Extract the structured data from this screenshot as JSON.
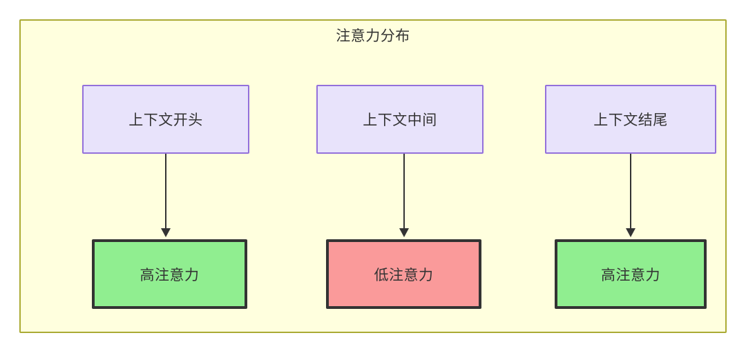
{
  "diagram": {
    "type": "flowchart",
    "title": "注意力分布",
    "container": {
      "background_color": "#ffffde",
      "border_color": "#aaaa33"
    },
    "nodes": [
      {
        "id": "ctx-start",
        "label": "上下文开头",
        "style": "context",
        "fill_color": "#e8e3fb",
        "border_color": "#9370db"
      },
      {
        "id": "ctx-middle",
        "label": "上下文中间",
        "style": "context",
        "fill_color": "#e8e3fb",
        "border_color": "#9370db"
      },
      {
        "id": "ctx-end",
        "label": "上下文结尾",
        "style": "context",
        "fill_color": "#e8e3fb",
        "border_color": "#9370db"
      },
      {
        "id": "attention-start",
        "label": "高注意力",
        "style": "high",
        "fill_color": "#90ee90",
        "border_color": "#333333"
      },
      {
        "id": "attention-middle",
        "label": "低注意力",
        "style": "low",
        "fill_color": "#fa9a9a",
        "border_color": "#333333"
      },
      {
        "id": "attention-end",
        "label": "高注意力",
        "style": "high",
        "fill_color": "#90ee90",
        "border_color": "#333333"
      }
    ],
    "edges": [
      {
        "id": "edge-start",
        "from": "ctx-start",
        "to": "attention-start",
        "label": ""
      },
      {
        "id": "edge-middle",
        "from": "ctx-middle",
        "to": "attention-middle",
        "label": ""
      },
      {
        "id": "edge-end",
        "from": "ctx-end",
        "to": "attention-end",
        "label": ""
      }
    ]
  }
}
